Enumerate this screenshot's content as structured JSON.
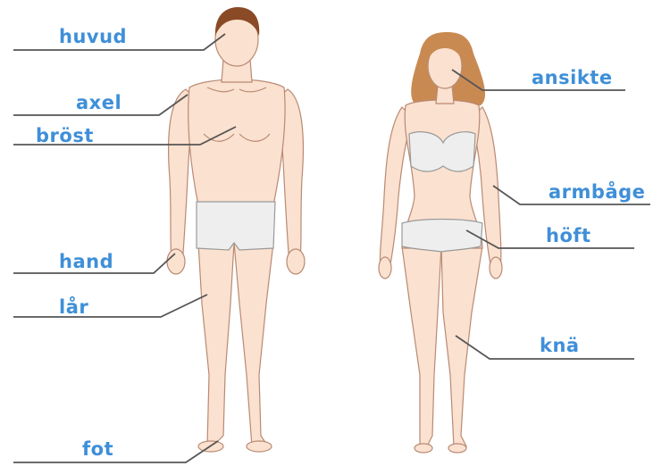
{
  "label_color": "#3f8fd8",
  "labels": {
    "huvud": "huvud",
    "axel": "axel",
    "brost": "bröst",
    "hand": "hand",
    "lar": "lår",
    "fot": "fot",
    "ansikte": "ansikte",
    "armbage": "armbåge",
    "hoft": "höft",
    "kna": "knä"
  },
  "colors": {
    "skin": "#fbe1cf",
    "outline": "#b88a74",
    "underwear": "#eeeeee",
    "male_hair": "#8a4a26",
    "female_hair": "#c98a52",
    "leader": "#555555"
  }
}
